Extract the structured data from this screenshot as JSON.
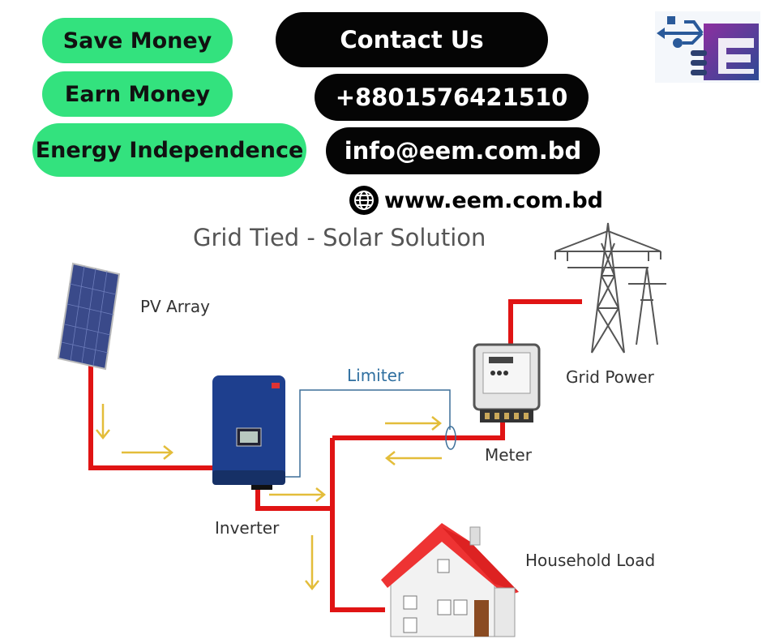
{
  "benefits": [
    "Save Money",
    "Earn Money",
    "Energy Independence"
  ],
  "contact": {
    "heading": "Contact Us",
    "phone": "+8801576421510",
    "email": "info@eem.com.bd",
    "website": "www.eem.com.bd",
    "website_icon": "globe-icon"
  },
  "logo": {
    "icon": "usb-e-logo",
    "colors": [
      "#2a5a9a",
      "#8a2f9e",
      "#2d3f8f"
    ]
  },
  "diagram": {
    "title": "Grid Tied - Solar Solution",
    "labels": {
      "pv_array": "PV Array",
      "limiter": "Limiter",
      "grid_power": "Grid Power",
      "meter": "Meter",
      "inverter": "Inverter",
      "household_load": "Household Load"
    },
    "colors": {
      "wire": "#e01414",
      "signal": "#3d6f99",
      "arrow": "#e8c234",
      "accent_green": "#33e27e"
    }
  }
}
